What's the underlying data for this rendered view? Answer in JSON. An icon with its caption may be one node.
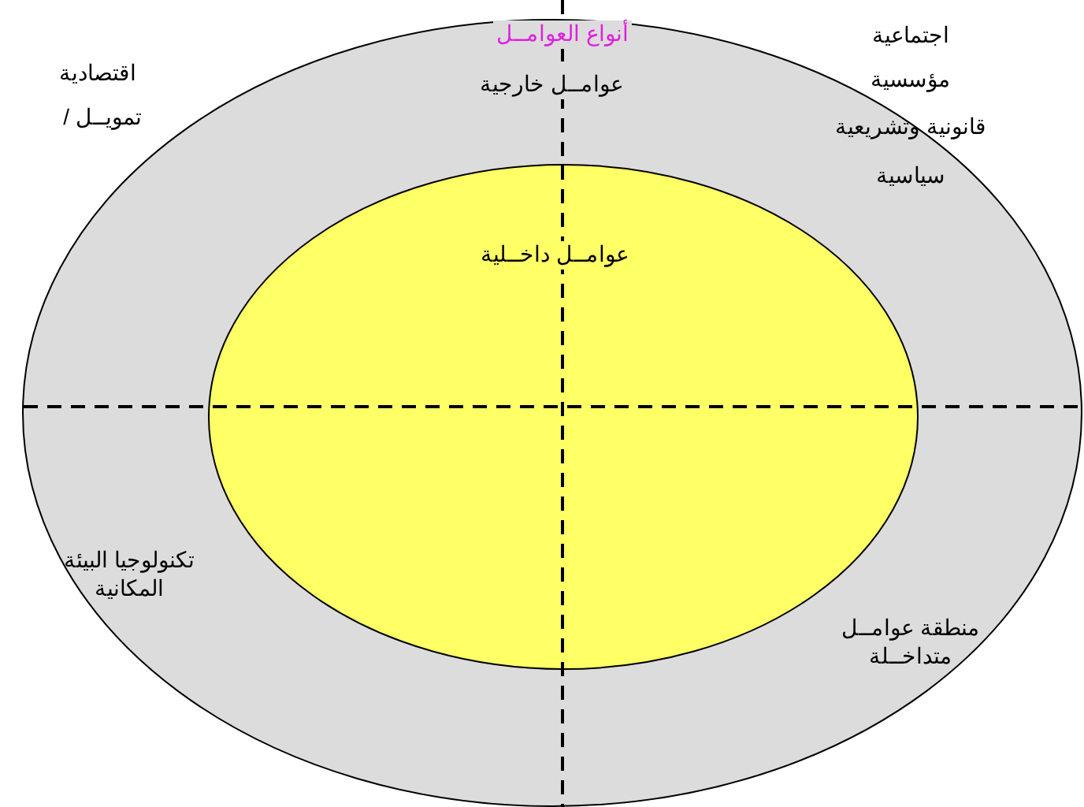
{
  "diagram": {
    "title": "أنواع العوامــل",
    "nodes": [
      {
        "text": [
          "عوامــل خارجية"
        ]
      },
      {
        "text": [
          "عوامــل داخــلية"
        ],
        "in": 0
      }
    ],
    "edges": [],
    "labels": [
      "اجتماعية",
      "اقتصادية",
      "مؤسسية",
      "تمويــل /",
      "قانونية وتشريعية",
      "سياسية",
      "تكنولوجيا البيئة المكانية",
      "منطقة عوامــل متداخــلة"
    ]
  }
}
